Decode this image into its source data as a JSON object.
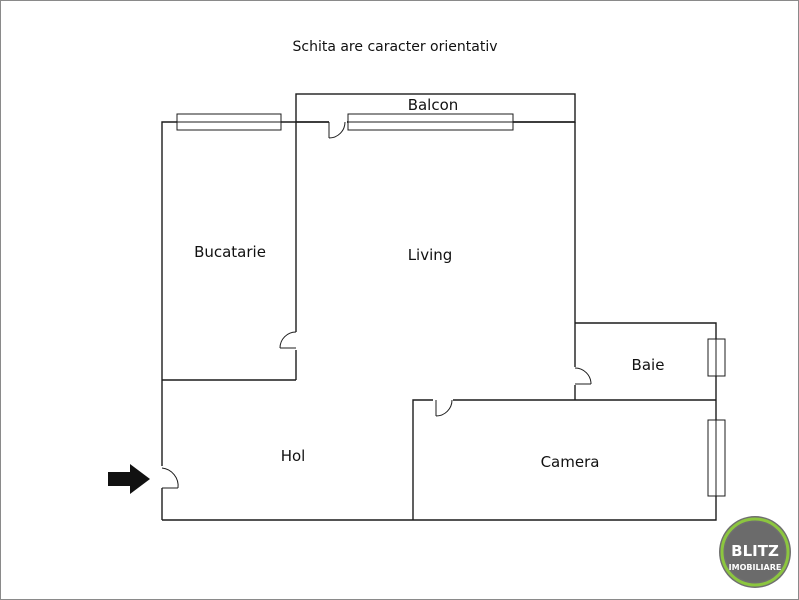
{
  "header": {
    "note": "Schita are caracter orientativ"
  },
  "rooms": {
    "balcon": "Balcon",
    "bucatarie": "Bucatarie",
    "living": "Living",
    "baie": "Baie",
    "hol": "Hol",
    "camera": "Camera"
  },
  "logo": {
    "line1": "BLITZ",
    "line2": "IMOBILIARE"
  }
}
